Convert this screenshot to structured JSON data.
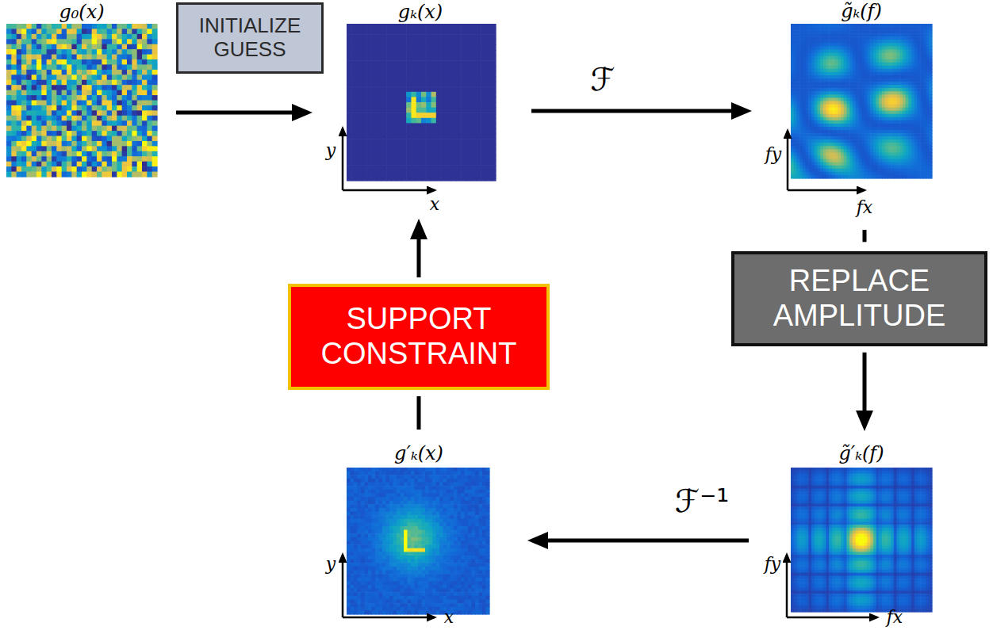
{
  "diagram": {
    "nodes": [
      {
        "text": [
          "g₀(x)"
        ]
      },
      {
        "text": [
          "INITIALIZE GUESS"
        ]
      },
      {
        "text": [
          "gₖ(x)",
          "y",
          "x"
        ]
      },
      {
        "text": [
          "g̃ₖ(f)",
          "fy",
          "fx"
        ]
      },
      {
        "text": [
          "REPLACE AMPLITUDE"
        ]
      },
      {
        "text": [
          "g̃′ₖ(f)",
          "fy",
          "fx"
        ]
      },
      {
        "text": [
          "g′ₖ(x)",
          "y",
          "x"
        ]
      },
      {
        "text": [
          "SUPPORT CONSTRAINT"
        ]
      }
    ],
    "edges": [
      {
        "from": 0,
        "to": 2,
        "arrow": "to"
      },
      {
        "from": 2,
        "to": 3,
        "arrow": "to",
        "label": "ℱ"
      },
      {
        "from": 3,
        "to": 4,
        "arrow": "none"
      },
      {
        "from": 4,
        "to": 5,
        "arrow": "to"
      },
      {
        "from": 5,
        "to": 6,
        "arrow": "to",
        "label": "ℱ⁻¹"
      },
      {
        "from": 6,
        "to": 7,
        "arrow": "none"
      },
      {
        "from": 7,
        "to": 2,
        "arrow": "to"
      }
    ]
  }
}
